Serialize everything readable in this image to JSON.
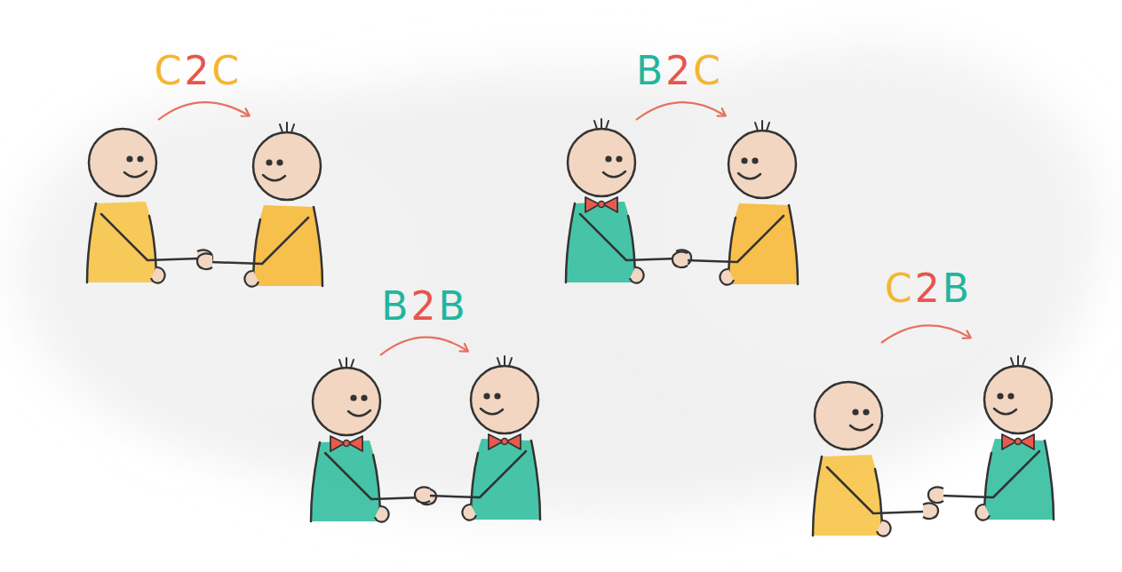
{
  "diagram": {
    "labels": [
      "C2C",
      "B2C",
      "B2B",
      "C2B"
    ]
  }
}
